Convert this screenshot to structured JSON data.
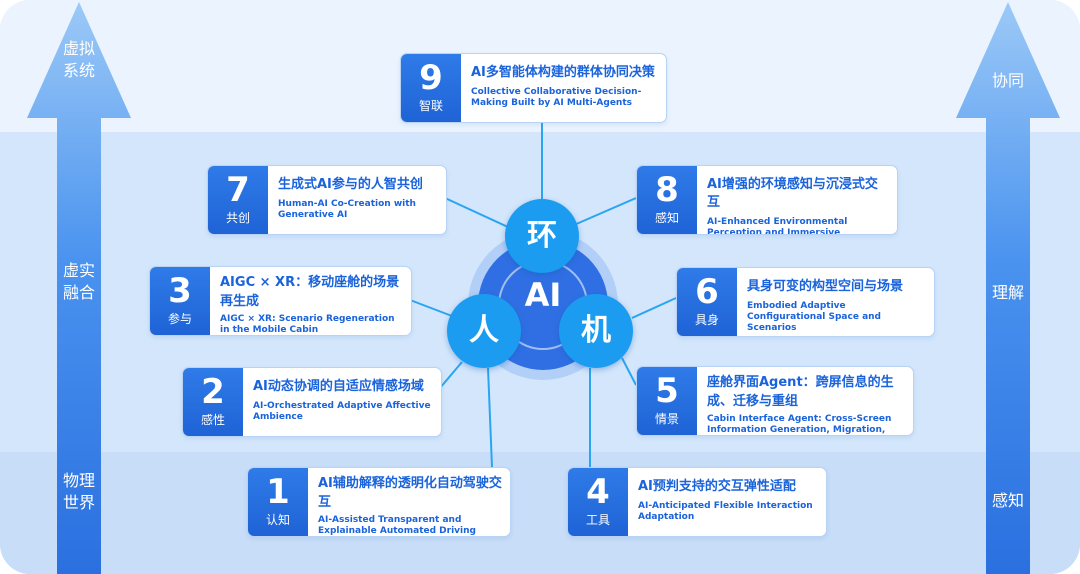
{
  "left_axis": {
    "top_label": "虚拟系统",
    "middle_label": "虚实融合",
    "bottom_label": "物理世界"
  },
  "right_axis": {
    "top_label": "协同",
    "middle_label": "理解",
    "bottom_label": "感知"
  },
  "hub": {
    "center": "AI",
    "top": "环",
    "left": "人",
    "right": "机"
  },
  "colors": {
    "accent": "#1a63db",
    "badge": "#2f7be8",
    "node": "#1b9cf0",
    "hub": "#2f6fe3"
  },
  "cards": [
    {
      "id": "9",
      "num": "9",
      "tag": "智联",
      "zh": "AI多智能体构建的群体协同决策",
      "en": "Collective Collaborative Decision-Making Built by AI Multi-Agents"
    },
    {
      "id": "7",
      "num": "7",
      "tag": "共创",
      "zh": "生成式AI参与的人智共创",
      "en": "Human-AI Co-Creation with Generative AI"
    },
    {
      "id": "8",
      "num": "8",
      "tag": "感知",
      "zh": "AI增强的环境感知与沉浸式交互",
      "en": "AI-Enhanced Environmental Perception and Immersive Interaction"
    },
    {
      "id": "3",
      "num": "3",
      "tag": "参与",
      "zh": "AIGC × XR：移动座舱的场景再生成",
      "en": "AIGC × XR: Scenario Regeneration in the Mobile Cabin"
    },
    {
      "id": "6",
      "num": "6",
      "tag": "具身",
      "zh": "具身可变的构型空间与场景",
      "en": "Embodied Adaptive Configurational Space and Scenarios"
    },
    {
      "id": "2",
      "num": "2",
      "tag": "感性",
      "zh": "AI动态协调的自适应情感场域",
      "en": "AI-Orchestrated Adaptive Affective Ambience"
    },
    {
      "id": "5",
      "num": "5",
      "tag": "情景",
      "zh": "座舱界面Agent：跨屏信息的生成、迁移与重组",
      "en": "Cabin Interface Agent: Cross-Screen Information Generation, Migration, and Recomposition"
    },
    {
      "id": "1",
      "num": "1",
      "tag": "认知",
      "zh": "AI辅助解释的透明化自动驾驶交互",
      "en": "AI-Assisted Transparent and Explainable Automated Driving Interaction"
    },
    {
      "id": "4",
      "num": "4",
      "tag": "工具",
      "zh": "AI预判支持的交互弹性适配",
      "en": "AI-Anticipated Flexible Interaction Adaptation"
    }
  ]
}
